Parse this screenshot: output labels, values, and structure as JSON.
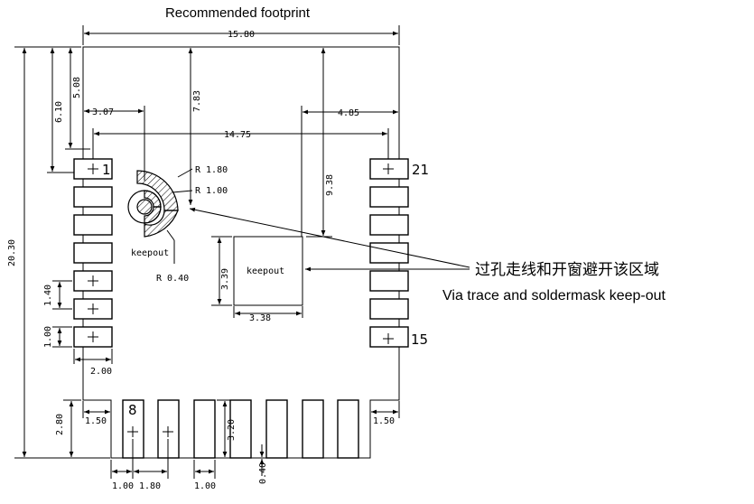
{
  "title": "Recommended footprint",
  "pins": {
    "p1": "1",
    "p21": "21",
    "p15": "15",
    "p8": "8"
  },
  "keepout": {
    "left_label": "keepout",
    "box_label": "keepout"
  },
  "radii": {
    "r180": "R 1.80",
    "r100": "R 1.00",
    "r040": "R 0.40"
  },
  "dims": {
    "width": "15.80",
    "pad_span": "14.75",
    "left_307": "3.07",
    "right_485": "4.85",
    "top_610": "6.10",
    "top_508": "5.08",
    "top_783": "7.83",
    "top_938": "9.38",
    "height": "20.30",
    "box_339": "3.39",
    "box_338": "3.38",
    "pitch_140": "1.40",
    "pad_100": "1.00",
    "pad_200": "2.00",
    "corner_left": "1.50",
    "corner_right": "1.50",
    "bottom_280": "2.80",
    "pad_320": "3.20",
    "bottom_100a": "1.00",
    "bottom_180": "1.80",
    "bottom_100b": "1.00",
    "gap_040": "0.40"
  },
  "callout": {
    "cn": "过孔走线和开窗避开该区域",
    "en": "Via trace and soldermask keep-out"
  }
}
